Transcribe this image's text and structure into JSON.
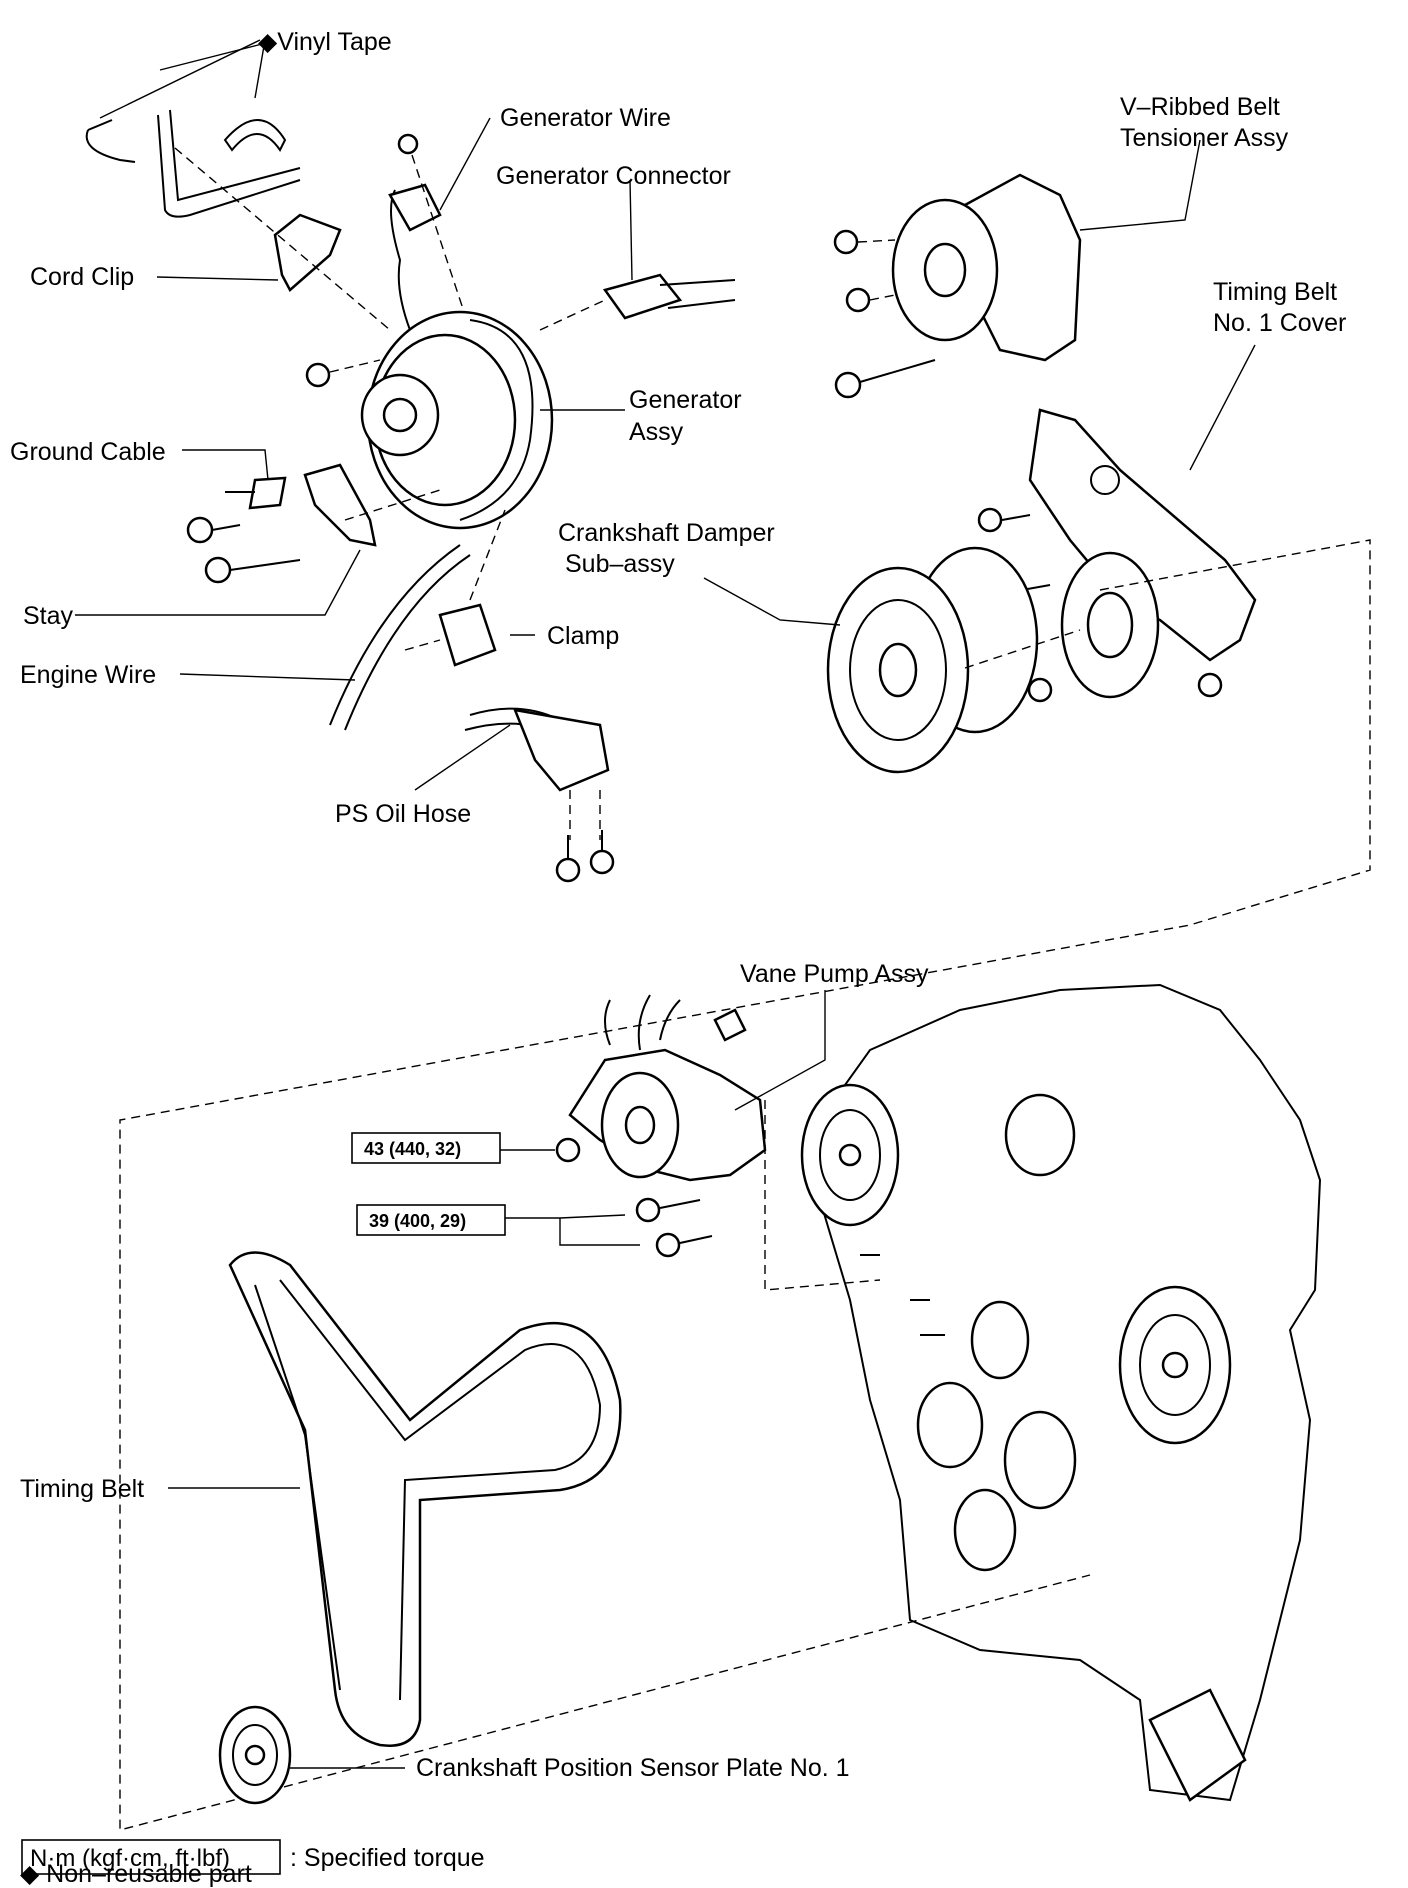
{
  "labels": {
    "vinyl_tape": "◆Vinyl Tape",
    "generator_wire": "Generator Wire",
    "generator_connector": "Generator Connector",
    "v_ribbed_belt_1": "V–Ribbed  Belt",
    "v_ribbed_belt_2": "Tensioner Assy",
    "cord_clip": "Cord Clip",
    "timing_belt_cover_1": "Timing Belt",
    "timing_belt_cover_2": "No. 1 Cover",
    "generator_assy_1": "Generator",
    "generator_assy_2": "Assy",
    "ground_cable": "Ground Cable",
    "crankshaft_damper_1": "Crankshaft Damper",
    "crankshaft_damper_2": "Sub–assy",
    "stay": "Stay",
    "clamp": "Clamp",
    "engine_wire": "Engine Wire",
    "ps_oil_hose": "PS Oil Hose",
    "vane_pump_assy": "Vane Pump Assy",
    "timing_belt": "Timing Belt",
    "crank_sensor_plate": "Crankshaft Position Sensor Plate No. 1"
  },
  "torques": {
    "nut": "43 (440, 32)",
    "bolts": "39 (400, 29)"
  },
  "legend": {
    "torque_box": "N·m (kgf·cm, ft·lbf)",
    "torque_text": ": Specified torque",
    "nonreusable": "◆ Non–reusable part"
  }
}
